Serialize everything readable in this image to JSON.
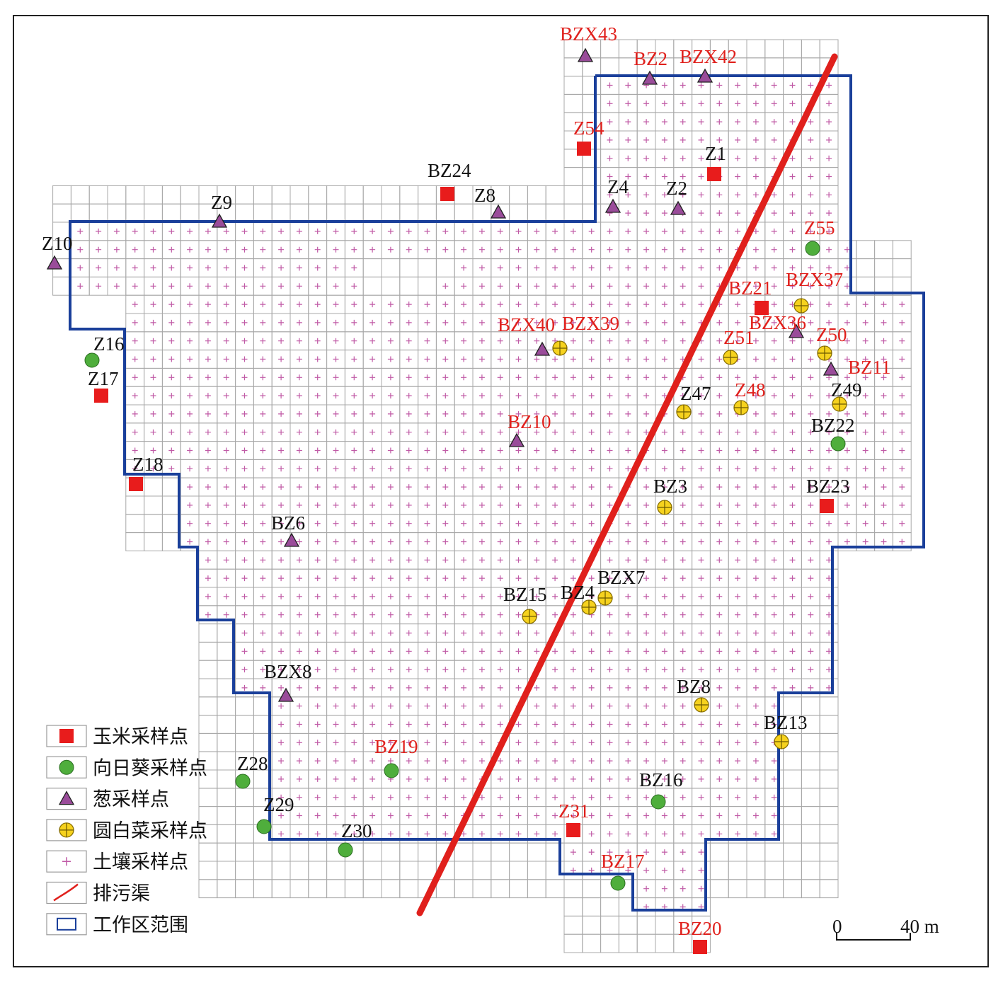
{
  "colors": {
    "grid": "#a8a8a8",
    "soil_cross": "#c05aa6",
    "boundary": "#1a3f9a",
    "sewer": "#e0201c",
    "corn": "#e81c1c",
    "sunflower": "#4fae3c",
    "onion": "#9a4c9a",
    "cabbage": "#f6d21e",
    "label_black": "#111111",
    "label_red": "#e0201c"
  },
  "legend": [
    {
      "key": "corn",
      "label": "玉米采样点",
      "symbol": "red-square"
    },
    {
      "key": "sunflower",
      "label": "向日葵采样点",
      "symbol": "green-circle"
    },
    {
      "key": "onion",
      "label": "葱采样点",
      "symbol": "purple-triangle"
    },
    {
      "key": "cabbage",
      "label": "圆白菜采样点",
      "symbol": "yellow-crossed-circle"
    },
    {
      "key": "soil",
      "label": "土壤采样点",
      "symbol": "pink-cross"
    },
    {
      "key": "sewer",
      "label": "排污渠",
      "symbol": "red-line"
    },
    {
      "key": "boundary",
      "label": "工作区范围",
      "symbol": "blue-rectangle"
    }
  ],
  "scale_bar": {
    "start_label": "0",
    "end_label": "40 m"
  },
  "points": [
    {
      "id": "Z54",
      "type": "corn",
      "label_color": "red"
    },
    {
      "id": "Z1",
      "type": "corn",
      "label_color": "black"
    },
    {
      "id": "BZ24",
      "type": "corn",
      "label_color": "black"
    },
    {
      "id": "Z17",
      "type": "corn",
      "label_color": "black"
    },
    {
      "id": "Z18",
      "type": "corn",
      "label_color": "black"
    },
    {
      "id": "BZ21",
      "type": "corn",
      "label_color": "red"
    },
    {
      "id": "BZ23",
      "type": "corn",
      "label_color": "black"
    },
    {
      "id": "Z31",
      "type": "corn",
      "label_color": "red"
    },
    {
      "id": "BZ20",
      "type": "corn",
      "label_color": "red"
    },
    {
      "id": "Z16",
      "type": "sunflower",
      "label_color": "black"
    },
    {
      "id": "Z55",
      "type": "sunflower",
      "label_color": "red"
    },
    {
      "id": "BZ22",
      "type": "sunflower",
      "label_color": "black"
    },
    {
      "id": "Z28",
      "type": "sunflower",
      "label_color": "black"
    },
    {
      "id": "Z29",
      "type": "sunflower",
      "label_color": "black"
    },
    {
      "id": "Z30",
      "type": "sunflower",
      "label_color": "black"
    },
    {
      "id": "BZ19",
      "type": "sunflower",
      "label_color": "red"
    },
    {
      "id": "BZ16",
      "type": "sunflower",
      "label_color": "black"
    },
    {
      "id": "BZ17",
      "type": "sunflower",
      "label_color": "red"
    },
    {
      "id": "BZX43",
      "type": "onion",
      "label_color": "red"
    },
    {
      "id": "BZ2",
      "type": "onion",
      "label_color": "red"
    },
    {
      "id": "BZX42",
      "type": "onion",
      "label_color": "red"
    },
    {
      "id": "Z9",
      "type": "onion",
      "label_color": "black"
    },
    {
      "id": "Z8",
      "type": "onion",
      "label_color": "black"
    },
    {
      "id": "Z4",
      "type": "onion",
      "label_color": "black"
    },
    {
      "id": "Z2",
      "type": "onion",
      "label_color": "black"
    },
    {
      "id": "Z10",
      "type": "onion",
      "label_color": "black"
    },
    {
      "id": "BZX40",
      "type": "onion",
      "label_color": "red"
    },
    {
      "id": "BZX36",
      "type": "onion",
      "label_color": "red"
    },
    {
      "id": "BZ11",
      "type": "onion",
      "label_color": "red"
    },
    {
      "id": "BZ10",
      "type": "onion",
      "label_color": "red"
    },
    {
      "id": "BZ6",
      "type": "onion",
      "label_color": "black"
    },
    {
      "id": "BZX8",
      "type": "onion",
      "label_color": "black"
    },
    {
      "id": "BZX39",
      "type": "cabbage",
      "label_color": "red"
    },
    {
      "id": "BZX37",
      "type": "cabbage",
      "label_color": "red"
    },
    {
      "id": "Z51",
      "type": "cabbage",
      "label_color": "red"
    },
    {
      "id": "Z50",
      "type": "cabbage",
      "label_color": "red"
    },
    {
      "id": "Z47",
      "type": "cabbage",
      "label_color": "black"
    },
    {
      "id": "Z48",
      "type": "cabbage",
      "label_color": "red"
    },
    {
      "id": "Z49",
      "type": "cabbage",
      "label_color": "black"
    },
    {
      "id": "BZ3",
      "type": "cabbage",
      "label_color": "black"
    },
    {
      "id": "BZX7",
      "type": "cabbage",
      "label_color": "black"
    },
    {
      "id": "BZ4",
      "type": "cabbage",
      "label_color": "black"
    },
    {
      "id": "BZ15",
      "type": "cabbage",
      "label_color": "black"
    },
    {
      "id": "BZ8",
      "type": "cabbage",
      "label_color": "black"
    },
    {
      "id": "BZ13",
      "type": "cabbage",
      "label_color": "black"
    }
  ]
}
